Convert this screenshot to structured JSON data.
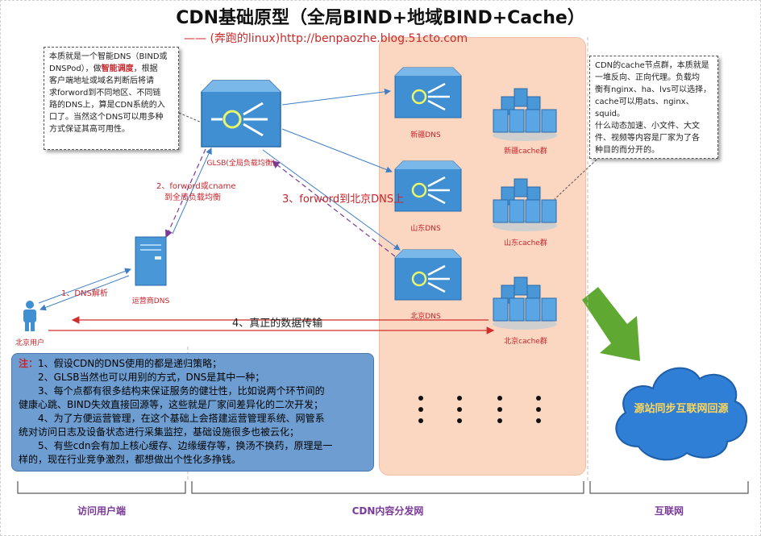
{
  "title": "CDN基础原型（全局BIND+地域BIND+Cache）",
  "subtitle": "—— (奔跑的linux)http://benpaozhe.blog.51cto.com",
  "callout_left": {
    "line1": "本质就是一个智能DNS（BIND或",
    "line2a": "DNSPod），做",
    "line2b": "智能调度",
    "line2c": "，根据",
    "line3": "客户端地址或域名判断后将请",
    "line4": "求forword到不同地区、不同链",
    "line5": "路的DNS上，算是CDN系统的入",
    "line6": "口了。当然这个DNS可以用多种",
    "line7": "方式保证其高可用性。"
  },
  "callout_right": {
    "line1": "CDN的cache节点群，本质就是",
    "line2": "一堆反向、正向代理。负载均",
    "line3": "衡有nginx、ha、lvs可以选择，",
    "line4": "cache可以用ats、nginx、squid。",
    "line5": "什么动态加速、小文件、大文",
    "line6": "件、视频等内容是厂家为了各",
    "line7": "种目的而分开的。"
  },
  "nodes": {
    "glsb": "GLSB(全局负载均衡)",
    "xinjiang_dns": "新疆DNS",
    "shandong_dns": "山东DNS",
    "beijing_dns": "北京DNS",
    "xinjiang_cache": "新疆cache群",
    "shandong_cache": "山东cache群",
    "beijing_cache": "北京cache群",
    "isp_dns": "运营商DNS",
    "user": "北京用户"
  },
  "flows": {
    "step1": "1、DNS解析",
    "step2_line1": "2、forword或cname",
    "step2_line2": "到全局负载均衡",
    "step3": "3、forword到北京DNS上",
    "step4": "4、真正的数据传输"
  },
  "notes": {
    "label": "注：",
    "n1": "1、假设CDN的DNS使用的都是递归策略；",
    "n2": "2、GLSB当然也可以用别的方式，DNS是其中一种；",
    "n3a": "3、每个点都有很多结构来保证服务的健壮性，比如说两个环节间的",
    "n3b": "健康心跳、BIND失效直接回源等，这些就是厂家间差异化的二次开发；",
    "n4a": "4、为了方便运营管理，在这个基础上会搭建运营管理系统、网管系",
    "n4b": "统对访问日志及设备状态进行采集监控，基础设施很多也被云化；",
    "n5a": "5、有些cdn会有加上核心缓存、边缘缓存等，换汤不换药，原理是一",
    "n5b": "样的，现在行业竞争激烈，都想做出个性化多挣钱。"
  },
  "cloud": "源站同步互联网回源",
  "sections": {
    "left": "访问用户端",
    "middle": "CDN内容分发网",
    "right": "互联网"
  },
  "colors": {
    "accent_red": "#c8242b",
    "cdn_zone": "#fbd7c2",
    "router_blue": "#3f8fd2",
    "note_blue": "#6e9ed1",
    "cloud_blue": "#2f7fd6",
    "arrow_green": "#5fa832",
    "brace_purple": "#7a3a9a"
  }
}
